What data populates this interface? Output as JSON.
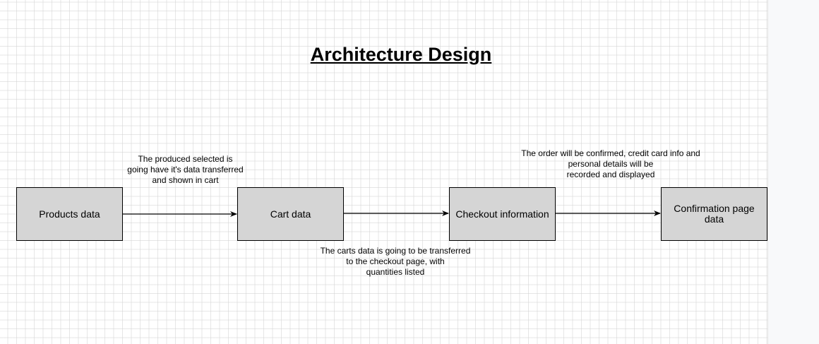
{
  "title": "Architecture Design",
  "nodes": [
    {
      "id": "products",
      "label": "Products data"
    },
    {
      "id": "cart",
      "label": "Cart data"
    },
    {
      "id": "checkout",
      "label": "Checkout information"
    },
    {
      "id": "confirmation",
      "label": "Confirmation page\ndata"
    }
  ],
  "edges": [
    {
      "from": "products",
      "to": "cart"
    },
    {
      "from": "cart",
      "to": "checkout"
    },
    {
      "from": "checkout",
      "to": "confirmation"
    }
  ],
  "notes": {
    "products_to_cart": "The produced selected is\ngoing have it's data transferred\nand shown in cart",
    "cart_to_checkout": "The carts data is going to be transferred\nto the checkout page, with\nquantities listed",
    "checkout_to_confirmation": "The order will be confirmed, credit card info and\npersonal details will be\nrecorded and displayed"
  },
  "colors": {
    "node_fill": "#d5d5d5",
    "node_border": "#000000",
    "edge": "#000000",
    "grid": "#d2d2d2"
  }
}
